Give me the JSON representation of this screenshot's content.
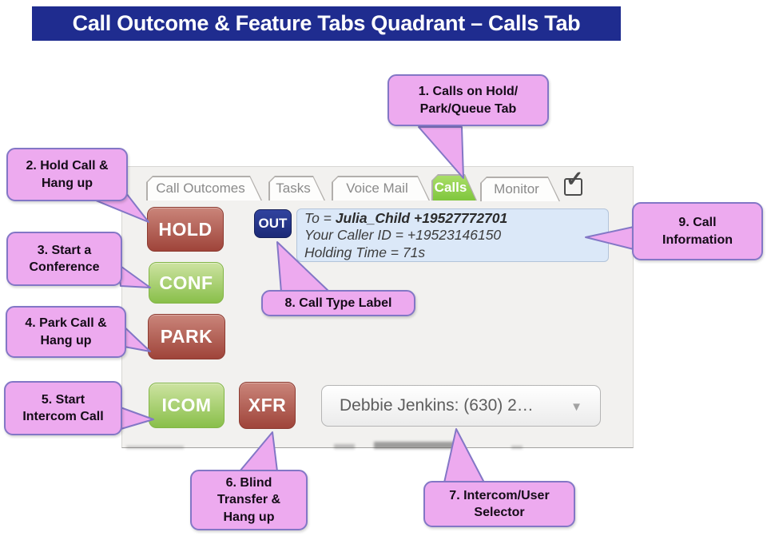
{
  "title": "Call Outcome & Feature Tabs Quadrant – Calls Tab",
  "colors": {
    "title_bar_blue": "#1f2c8f",
    "callout_pink": "#edaaef",
    "callout_border_purple": "#8377c6",
    "button_red": "#a0443a",
    "button_green": "#89bf4a",
    "active_tab_green": "#7fc63d",
    "out_badge_navy": "#1c2a77",
    "call_info_blue": "#dbe8f8",
    "panel_gray": "#f2f1ef"
  },
  "panel": {
    "tabs": [
      {
        "label": "Call Outcomes"
      },
      {
        "label": "Tasks"
      },
      {
        "label": "Voice Mail"
      },
      {
        "label": "Calls"
      },
      {
        "label": "Monitor"
      }
    ],
    "checkbox_icon": "✓",
    "buttons": {
      "hold": "HOLD",
      "conf": "CONF",
      "park": "PARK",
      "icom": "ICOM",
      "xfr": "XFR"
    },
    "call_type_label": "OUT",
    "call_info": {
      "to_prefix": "To = ",
      "to_value": "Julia_Child +19527772701",
      "caller_id": "Your Caller ID = +19523146150",
      "holding_time": "Holding Time = 71s"
    },
    "user_selector": {
      "value": "Debbie Jenkins: (630) 2…",
      "caret_icon": "▼"
    }
  },
  "callouts": {
    "c1": "1. Calls on Hold/\nPark/Queue Tab",
    "c2": "2. Hold Call &\nHang up",
    "c3": "3. Start a\nConference",
    "c4": "4. Park Call &\nHang up",
    "c5": "5. Start\nIntercom Call",
    "c6": "6. Blind\nTransfer &\nHang up",
    "c7": "7. Intercom/User\nSelector",
    "c8": "8. Call Type Label",
    "c9": "9. Call\nInformation"
  }
}
